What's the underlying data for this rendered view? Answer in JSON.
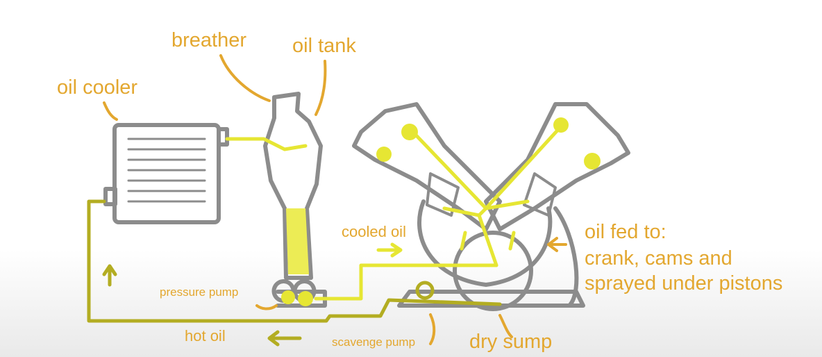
{
  "labels": {
    "breather": "breather",
    "oil_tank": "oil tank",
    "oil_cooler": "oil cooler",
    "cooled_oil": "cooled oil",
    "oil_fed_to": [
      "oil fed to:",
      "crank, cams and",
      "sprayed under pistons"
    ],
    "pressure_pump": "pressure pump",
    "hot_oil": "hot oil",
    "scavenge_pump": "scavenge pump",
    "dry_sump": "dry sump"
  },
  "colors": {
    "label": "#e3a72f",
    "engine_gray": "#8c8c8c",
    "cooled_oil_line": "#e6e633",
    "hot_oil_line": "#b3ad22"
  }
}
